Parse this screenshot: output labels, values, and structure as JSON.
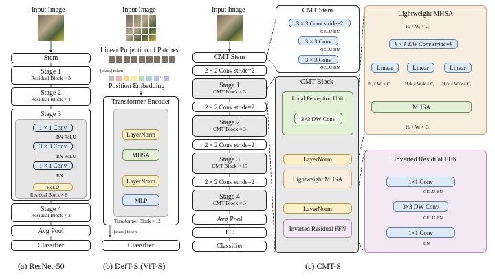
{
  "resnet": {
    "input_label": "Input Image",
    "stem": "Stem",
    "stage1": "Stage 1",
    "stage1_sub": "Residual Block × 3",
    "stage2": "Stage 2",
    "stage2_sub": "Residual Block × 4",
    "stage3": "Stage 3",
    "conv1": "1 × 1 Conv",
    "bnrelu1": "BN ReLU",
    "conv3": "3 × 3 Conv",
    "bnrelu2": "BN ReLU",
    "conv1b": "1 × 1 Conv",
    "bn": "BN",
    "relu": "ReLU",
    "stage3_sub": "Residual Block × 6",
    "stage4": "Stage 4",
    "stage4_sub": "Residual Block × 3",
    "avgpool": "Avg Pool",
    "classifier": "Classifier",
    "caption": "(a)  ResNet-50"
  },
  "deit": {
    "input_label": "Input Image",
    "projection": "Linear Projection of Patches",
    "class_token": "[class] token",
    "plus": "+",
    "dots": "···",
    "pos_embed": "Position Embedding",
    "encoder": "Transformer Encoder",
    "layernorm1": "LayerNorm",
    "mhsa": "MHSA",
    "layernorm2": "LayerNorm",
    "mlp": "MLP",
    "block_sub": "Transformer Block × 12",
    "class_token_out": "[class] token",
    "classifier": "Classifier",
    "caption": "(b)  DeiT-S (ViT-S)"
  },
  "cmt": {
    "input_label": "Input Image",
    "stem": "CMT Stem",
    "down1": "2 × 2 Conv stride=2",
    "stage1": "Stage 1",
    "stage1_sub": "CMT Block × 3",
    "down2": "2 × 2 Conv stride=2",
    "stage2": "Stage 2",
    "stage2_sub": "CMT Block × 3",
    "down3": "2 × 2 Conv stride=2",
    "stage3": "Stage 3",
    "stage3_sub": "CMT Block × 16",
    "down4": "2 × 2 Conv stride=2",
    "stage4": "Stage 4",
    "stage4_sub": "CMT Block × 3",
    "avgpool": "Avg Pool",
    "fc": "FC",
    "classifier": "Classifier",
    "caption": "(c)  CMT-S"
  },
  "stem_detail": {
    "title": "CMT Stem",
    "conv1": "3 × 3 Conv stride=2",
    "gbn1": "GELU BN",
    "conv2": "3 × 3 Conv",
    "gbn2": "GELU BN",
    "conv3": "3 × 3 Conv",
    "gbn3": "GELU BN"
  },
  "block_detail": {
    "title": "CMT Block",
    "lpu_title": "Local Perception Unit",
    "dwconv": "3×3 DW Conv",
    "layernorm1": "LayerNorm",
    "lmhsa": "Lightweight MHSA",
    "layernorm2": "LayerNorm",
    "irffn": "Inverted Residual FFN"
  },
  "lmhsa_detail": {
    "title": "Lightweight MHSA",
    "input_dim": "Hᵢ × Wᵢ × Cᵢ",
    "dwconv": "k × k DW Conv stride=k",
    "linear1": "Linear",
    "linear2": "Linear",
    "linear3": "Linear",
    "dim_q": "Hᵢ × Wᵢ × Cᵢ",
    "dim_k": "Hᵢ/k × Wᵢ/k × Cᵢ",
    "dim_v": "Hᵢ/k × Wᵢ/k × Cᵢ",
    "mhsa": "MHSA",
    "output_dim": "Hᵢ × Wᵢ × Cᵢ"
  },
  "ffn_detail": {
    "title": "Inverted Residual FFN",
    "conv1": "1×1 Conv",
    "gbn1": "GELU BN",
    "dwconv": "3×3 DW Conv",
    "gbn2": "GELU BN",
    "conv2": "1×1 Conv",
    "bn": "BN"
  }
}
